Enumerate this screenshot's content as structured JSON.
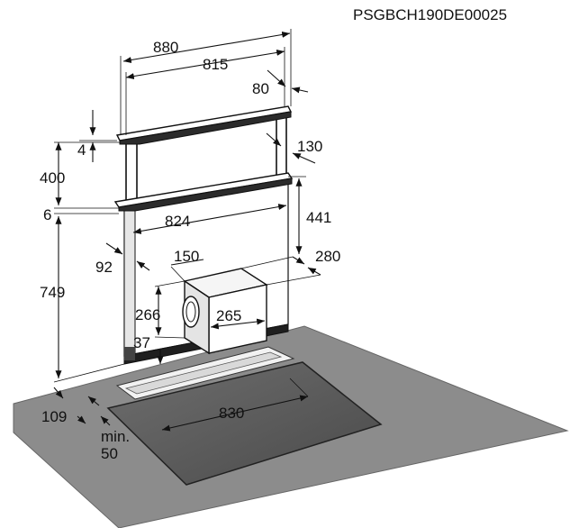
{
  "code": "PSGBCH190DE00025",
  "dimensions": {
    "d880": "880",
    "d815": "815",
    "d80": "80",
    "d4": "4",
    "d130": "130",
    "d400": "400",
    "d6": "6",
    "d824": "824",
    "d441": "441",
    "d150": "150",
    "d280": "280",
    "d92": "92",
    "d749": "749",
    "d266": "266",
    "d265": "265",
    "d37": "37",
    "d109": "109",
    "d830": "830",
    "min_label": "min.",
    "min_value": "50"
  }
}
